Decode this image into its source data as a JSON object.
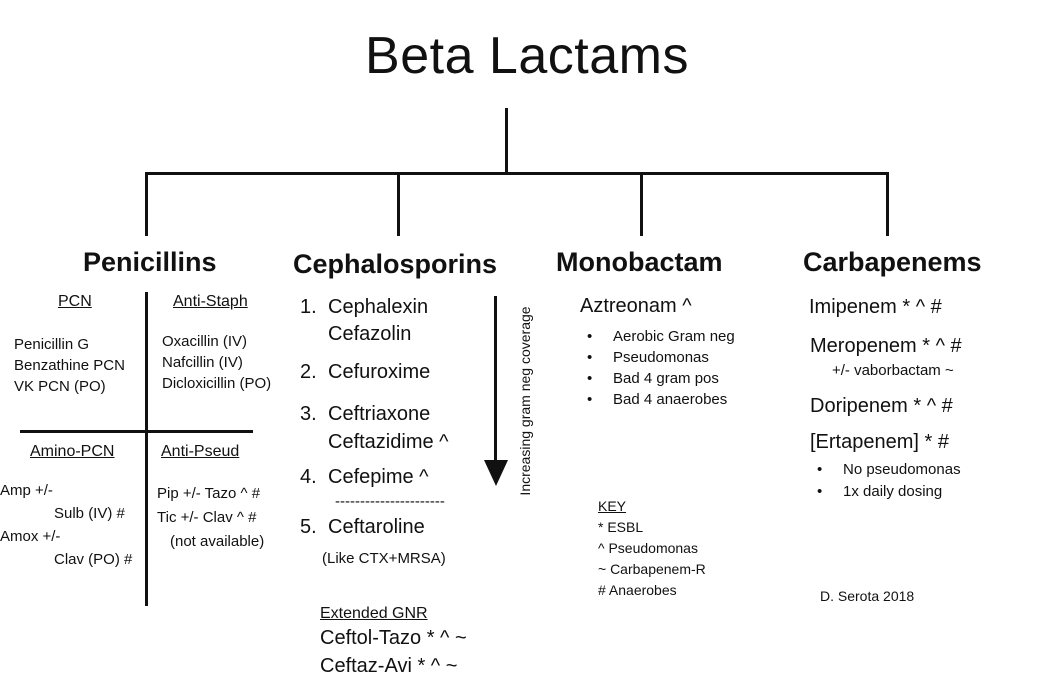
{
  "title": "Beta Lactams",
  "categories": {
    "penicillins": {
      "heading": "Penicillins",
      "pcn": {
        "label": "PCN",
        "items": [
          "Penicillin G",
          "Benzathine PCN",
          "VK PCN (PO)"
        ]
      },
      "anti_staph": {
        "label": "Anti-Staph",
        "items": [
          "Oxacillin (IV)",
          "Nafcillin (IV)",
          "Dicloxicillin (PO)"
        ]
      },
      "amino_pcn": {
        "label": "Amino-PCN",
        "lines": [
          "Amp +/-",
          "Sulb (IV) #",
          "Amox +/-",
          "Clav (PO) #"
        ]
      },
      "anti_pseud": {
        "label": "Anti-Pseud",
        "items": [
          "Pip +/- Tazo ^ #",
          "Tic +/- Clav ^ #",
          "(not available)"
        ]
      }
    },
    "cephalosporins": {
      "heading": "Cephalosporins",
      "generations": [
        {
          "number": "1.",
          "drugs": [
            "Cephalexin",
            "Cefazolin"
          ]
        },
        {
          "number": "2.",
          "drugs": [
            "Cefuroxime"
          ]
        },
        {
          "number": "3.",
          "drugs": [
            "Ceftriaxone",
            "Ceftazidime ^"
          ]
        },
        {
          "number": "4.",
          "drugs": [
            "Cefepime ^"
          ]
        },
        {
          "number": "5.",
          "drugs": [
            "Ceftaroline"
          ]
        }
      ],
      "separator": "----------------------",
      "ceftaroline_note": "(Like CTX+MRSA)",
      "arrow_label": "Increasing gram neg coverage",
      "extended_gnr": {
        "label": "Extended GNR",
        "items": [
          "Ceftol-Tazo * ^ ~",
          "Ceftaz-Avi * ^ ~"
        ]
      }
    },
    "monobactam": {
      "heading": "Monobactam",
      "drug": "Aztreonam ^",
      "bullets": [
        "Aerobic Gram neg",
        "Pseudomonas",
        "Bad 4 gram pos",
        "Bad 4 anaerobes"
      ]
    },
    "carbapenems": {
      "heading": "Carbapenems",
      "drugs": [
        "Imipenem * ^ #",
        "Meropenem * ^ #",
        "Doripenem * ^ #",
        "[Ertapenem] * #"
      ],
      "meropenem_note": "+/- vaborbactam ~",
      "ertapenem_bullets": [
        "No pseudomonas",
        "1x daily dosing"
      ]
    }
  },
  "key": {
    "label": "KEY",
    "items": [
      "* ESBL",
      "^ Pseudomonas",
      "~ Carbapenem-R",
      "# Anaerobes"
    ]
  },
  "credit": "D. Serota 2018",
  "colors": {
    "text": "#111111",
    "background": "#ffffff"
  }
}
